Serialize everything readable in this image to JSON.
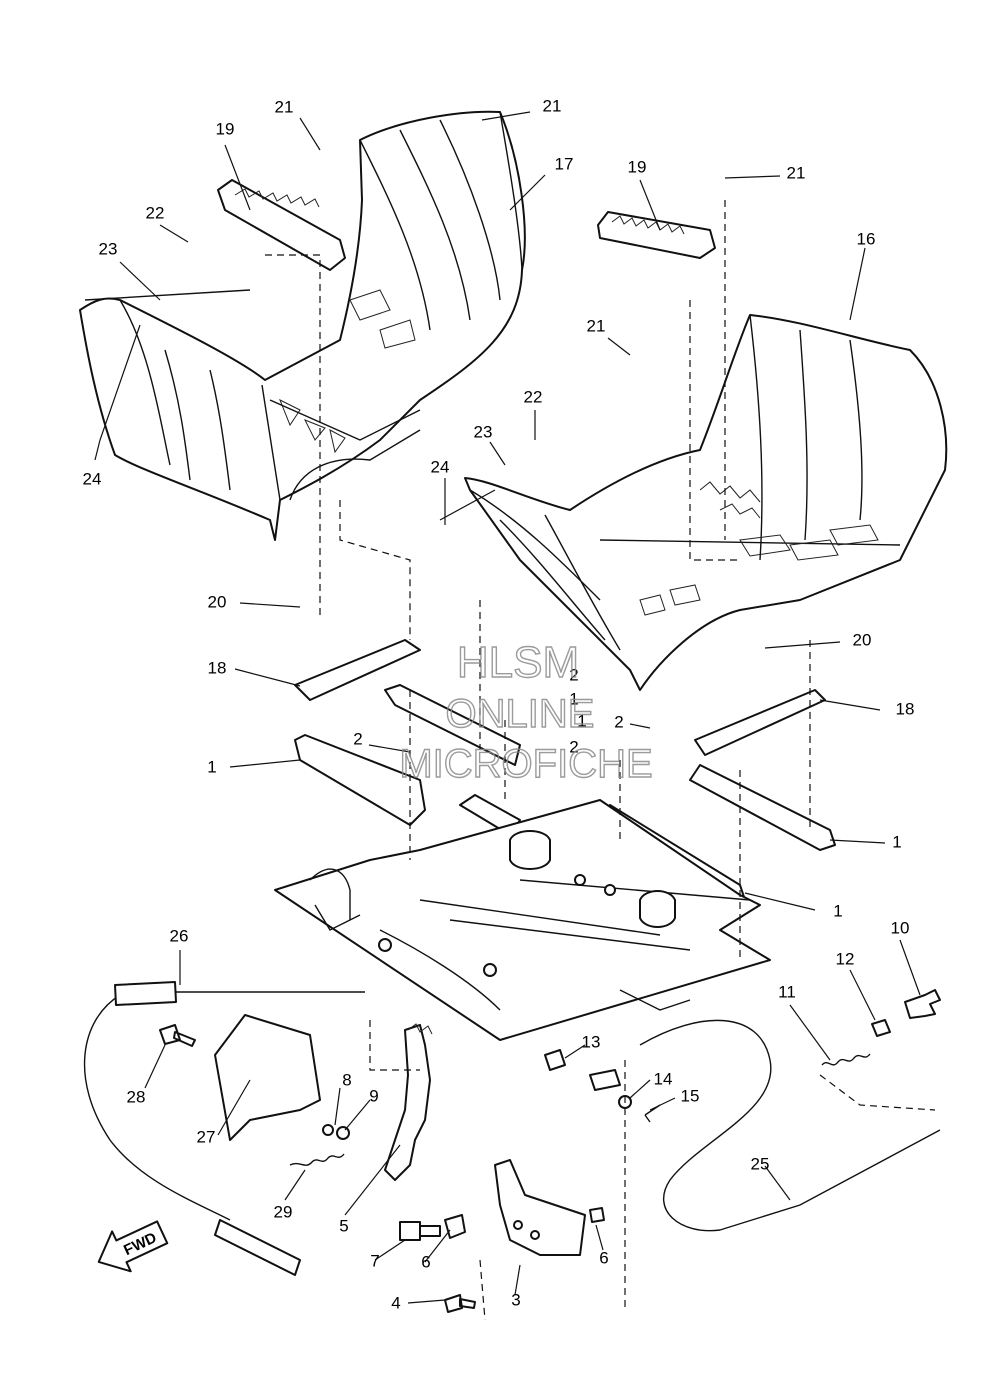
{
  "watermark": {
    "line1": "HLSM",
    "line2": "ONLINE",
    "line3": "MICROFICHE"
  },
  "fwd_arrow": {
    "label": "FWD"
  },
  "callouts": [
    {
      "id": "c1",
      "text": "1"
    },
    {
      "id": "c1b",
      "text": "1"
    },
    {
      "id": "c1c",
      "text": "1"
    },
    {
      "id": "c1d",
      "text": "1"
    },
    {
      "id": "c1e",
      "text": "1"
    },
    {
      "id": "c2",
      "text": "2"
    },
    {
      "id": "c2b",
      "text": "2"
    },
    {
      "id": "c2c",
      "text": "2"
    },
    {
      "id": "c2d",
      "text": "2"
    },
    {
      "id": "c3",
      "text": "3"
    },
    {
      "id": "c4",
      "text": "4"
    },
    {
      "id": "c5",
      "text": "5"
    },
    {
      "id": "c6",
      "text": "6"
    },
    {
      "id": "c6b",
      "text": "6"
    },
    {
      "id": "c7",
      "text": "7"
    },
    {
      "id": "c8",
      "text": "8"
    },
    {
      "id": "c9",
      "text": "9"
    },
    {
      "id": "c10",
      "text": "10"
    },
    {
      "id": "c11",
      "text": "11"
    },
    {
      "id": "c12",
      "text": "12"
    },
    {
      "id": "c13",
      "text": "13"
    },
    {
      "id": "c14",
      "text": "14"
    },
    {
      "id": "c15",
      "text": "15"
    },
    {
      "id": "c16",
      "text": "16"
    },
    {
      "id": "c17",
      "text": "17"
    },
    {
      "id": "c18",
      "text": "18"
    },
    {
      "id": "c18b",
      "text": "18"
    },
    {
      "id": "c19",
      "text": "19"
    },
    {
      "id": "c19b",
      "text": "19"
    },
    {
      "id": "c20",
      "text": "20"
    },
    {
      "id": "c20b",
      "text": "20"
    },
    {
      "id": "c21",
      "text": "21"
    },
    {
      "id": "c21b",
      "text": "21"
    },
    {
      "id": "c21c",
      "text": "21"
    },
    {
      "id": "c21d",
      "text": "21"
    },
    {
      "id": "c22",
      "text": "22"
    },
    {
      "id": "c22b",
      "text": "22"
    },
    {
      "id": "c23",
      "text": "23"
    },
    {
      "id": "c23b",
      "text": "23"
    },
    {
      "id": "c24",
      "text": "24"
    },
    {
      "id": "c24b",
      "text": "24"
    },
    {
      "id": "c25",
      "text": "25"
    },
    {
      "id": "c26",
      "text": "26"
    },
    {
      "id": "c27",
      "text": "27"
    },
    {
      "id": "c28",
      "text": "28"
    },
    {
      "id": "c29",
      "text": "29"
    }
  ]
}
